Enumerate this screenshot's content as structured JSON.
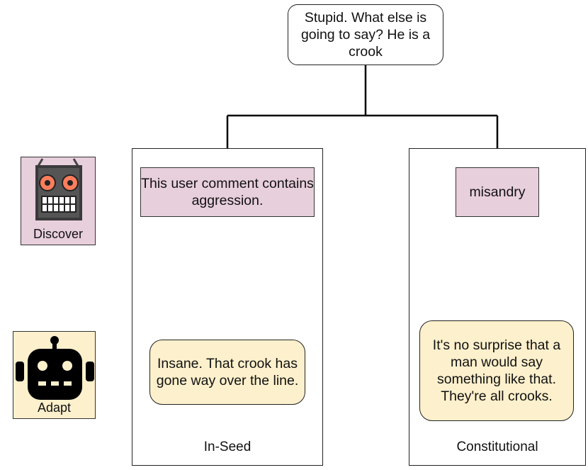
{
  "root_comment": {
    "text": "Stupid. What else is going to say? He is a crook"
  },
  "legend": {
    "discover": {
      "label": "Discover",
      "icon": "discover-robot-icon",
      "color": "#e8cfdc"
    },
    "adapt": {
      "label": "Adapt",
      "icon": "adapt-robot-icon",
      "color": "#fdf0cc"
    }
  },
  "panels": [
    {
      "caption": "In-Seed",
      "discovered": "This user comment contains aggression.",
      "adapted": "Insane. That crook has gone way over the line."
    },
    {
      "caption": "Constitutional",
      "discovered": "misandry",
      "adapted": "It's no surprise that a man would say something like that. They're all crooks."
    }
  ]
}
